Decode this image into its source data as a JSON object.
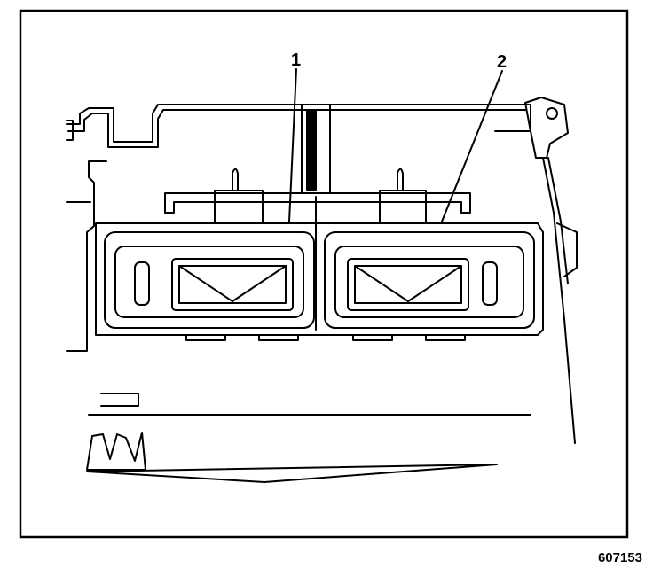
{
  "diagram": {
    "callouts": [
      {
        "id": "1",
        "label": "1"
      },
      {
        "id": "2",
        "label": "2"
      }
    ],
    "figure_id": "607153",
    "colors": {
      "line": "#000000",
      "background": "#ffffff"
    }
  }
}
